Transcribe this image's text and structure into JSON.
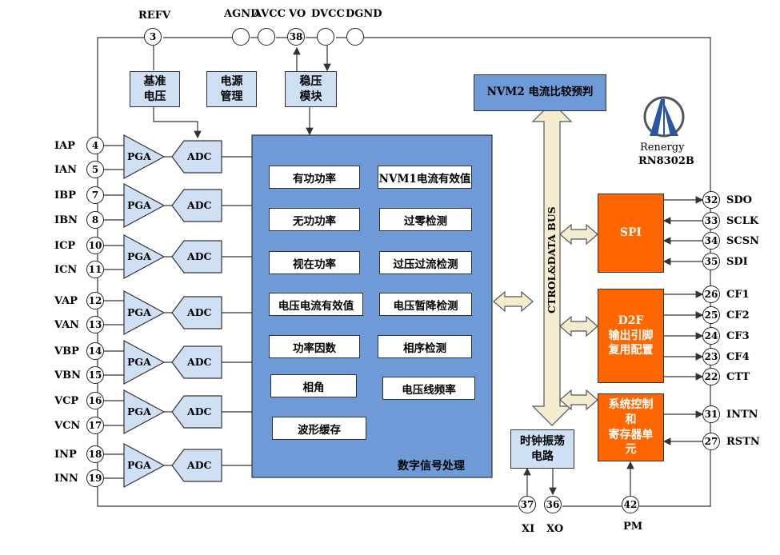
{
  "top_labels": {
    "refv": "REFV",
    "agnd": "AGND",
    "avcc": "AVCC",
    "vo": "VO",
    "dvcc": "DVCC",
    "dgnd": "DGND"
  },
  "top_pins": {
    "refv_pin": "3",
    "vo_pin": "38"
  },
  "top_blocks": {
    "ref": "基准\n电压",
    "power_mgmt": "电源\n管理",
    "regulator": "稳压\n模块"
  },
  "nvm2": "NVM2 电流比较预判",
  "logo": {
    "brand": "Renergy",
    "model": "RN8302B"
  },
  "channels": [
    {
      "p_label": "IAP",
      "p_pin": "4",
      "n_label": "IAN",
      "n_pin": "5",
      "pga": "PGA",
      "adc": "ADC"
    },
    {
      "p_label": "IBP",
      "p_pin": "7",
      "n_label": "IBN",
      "n_pin": "8",
      "pga": "PGA",
      "adc": "ADC"
    },
    {
      "p_label": "ICP",
      "p_pin": "10",
      "n_label": "ICN",
      "n_pin": "11",
      "pga": "PGA",
      "adc": "ADC"
    },
    {
      "p_label": "VAP",
      "p_pin": "12",
      "n_label": "VAN",
      "n_pin": "13",
      "pga": "PGA",
      "adc": "ADC"
    },
    {
      "p_label": "VBP",
      "p_pin": "14",
      "n_label": "VBN",
      "n_pin": "15",
      "pga": "PGA",
      "adc": "ADC"
    },
    {
      "p_label": "VCP",
      "p_pin": "16",
      "n_label": "VCN",
      "n_pin": "17",
      "pga": "PGA",
      "adc": "ADC"
    },
    {
      "p_label": "INP",
      "p_pin": "18",
      "n_label": "INN",
      "n_pin": "19",
      "pga": "PGA",
      "adc": "ADC"
    }
  ],
  "dsp": {
    "title": "数字信号处理",
    "functions_left": [
      "有功功率",
      "无功功率",
      "视在功率",
      "电压电流有效值",
      "功率因数",
      "相角",
      "波形缓存"
    ],
    "functions_right": [
      "NVM1电流有效值",
      "过零检测",
      "过压过流检测",
      "电压暂降检测",
      "相序检测",
      "电压线频率"
    ]
  },
  "bus_label": "CTROL&DATA BUS",
  "spi": {
    "label": "SPI",
    "pins": [
      {
        "pin": "32",
        "name": "SDO"
      },
      {
        "pin": "33",
        "name": "SCLK"
      },
      {
        "pin": "34",
        "name": "SCSN"
      },
      {
        "pin": "35",
        "name": "SDI"
      }
    ]
  },
  "d2f": {
    "label": "D2F\n输出引脚\n复用配置",
    "pins": [
      {
        "pin": "26",
        "name": "CF1"
      },
      {
        "pin": "25",
        "name": "CF2"
      },
      {
        "pin": "24",
        "name": "CF3"
      },
      {
        "pin": "23",
        "name": "CF4"
      },
      {
        "pin": "22",
        "name": "CTT"
      }
    ]
  },
  "sysctl": {
    "label": "系统控制\n和\n寄存器单\n元",
    "pins": [
      {
        "pin": "31",
        "name": "INTN"
      },
      {
        "pin": "27",
        "name": "RSTN"
      }
    ]
  },
  "clock": {
    "label": "时钟振荡\n电路",
    "xi_pin": "37",
    "xi": "XI",
    "xo_pin": "36",
    "xo": "XO"
  },
  "pm": {
    "pin": "42",
    "name": "PM"
  },
  "colors": {
    "dsp_fill": "#6f9ad8",
    "light_fill": "#cfe0f5",
    "orange": "#ff6600",
    "bus_fill": "#f4eccf"
  }
}
